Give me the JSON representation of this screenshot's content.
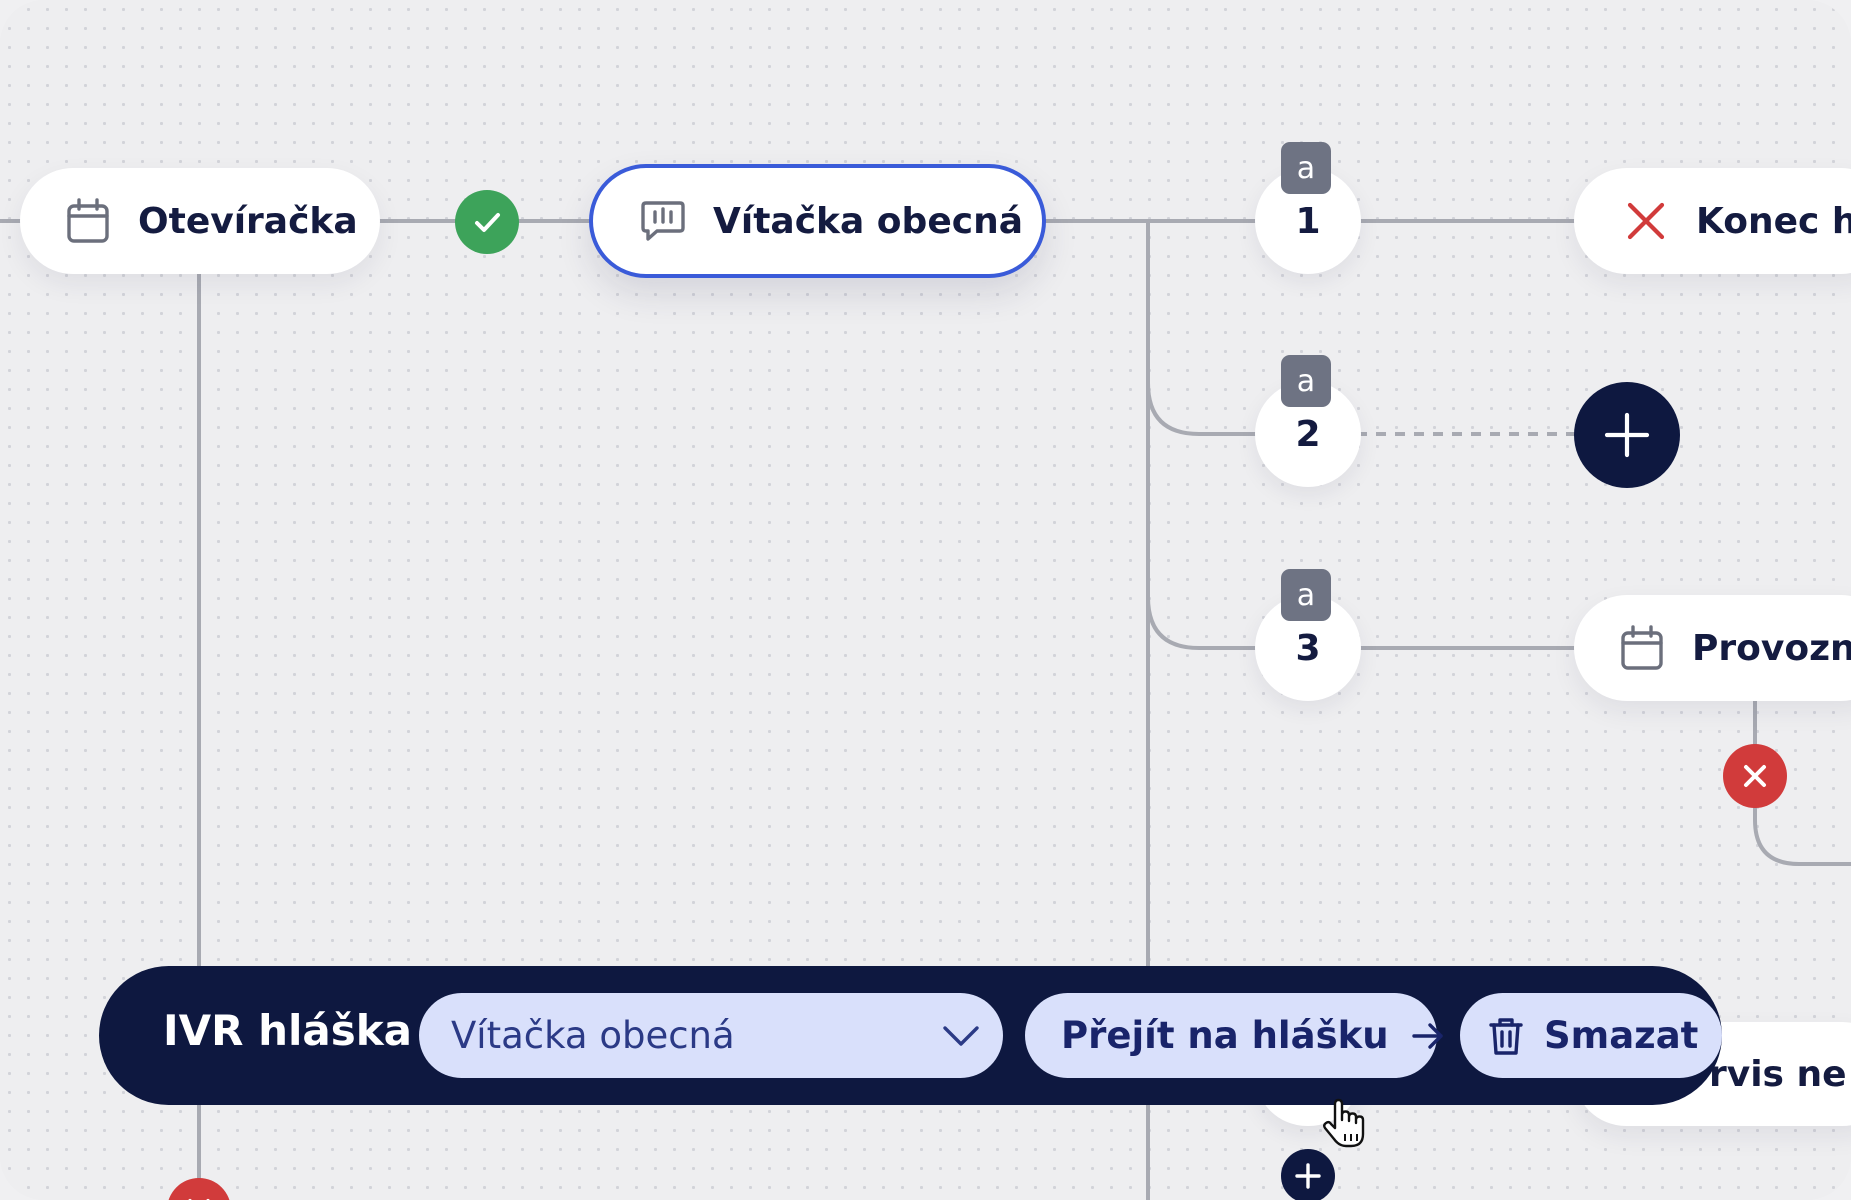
{
  "nodes": {
    "oteviracka": {
      "label": "Otevíračka",
      "icon": "calendar-icon"
    },
    "vitacka": {
      "label": "Vítačka obecná",
      "icon": "message-icon"
    },
    "konec": {
      "label": "Konec ho",
      "icon": "close-icon"
    },
    "provozni": {
      "label": "Provozní",
      "icon": "calendar-icon"
    },
    "servis": {
      "label": "rvis ne"
    }
  },
  "options": [
    {
      "badge": "a",
      "number": "1"
    },
    {
      "badge": "a",
      "number": "2"
    },
    {
      "badge": "a",
      "number": "3"
    }
  ],
  "toolbar": {
    "title": "IVR hláška",
    "select_value": "Vítačka obecná",
    "goto_label": "Přejít na hlášku",
    "delete_label": "Smazat"
  },
  "colors": {
    "toolbar_bg": "#0e1840",
    "pill_bg": "#d9e0fb",
    "selected_border": "#3a5bd9",
    "success": "#3da35a",
    "error": "#d13b3b",
    "add_button": "#0e1840",
    "connector": "#a8aab2"
  }
}
